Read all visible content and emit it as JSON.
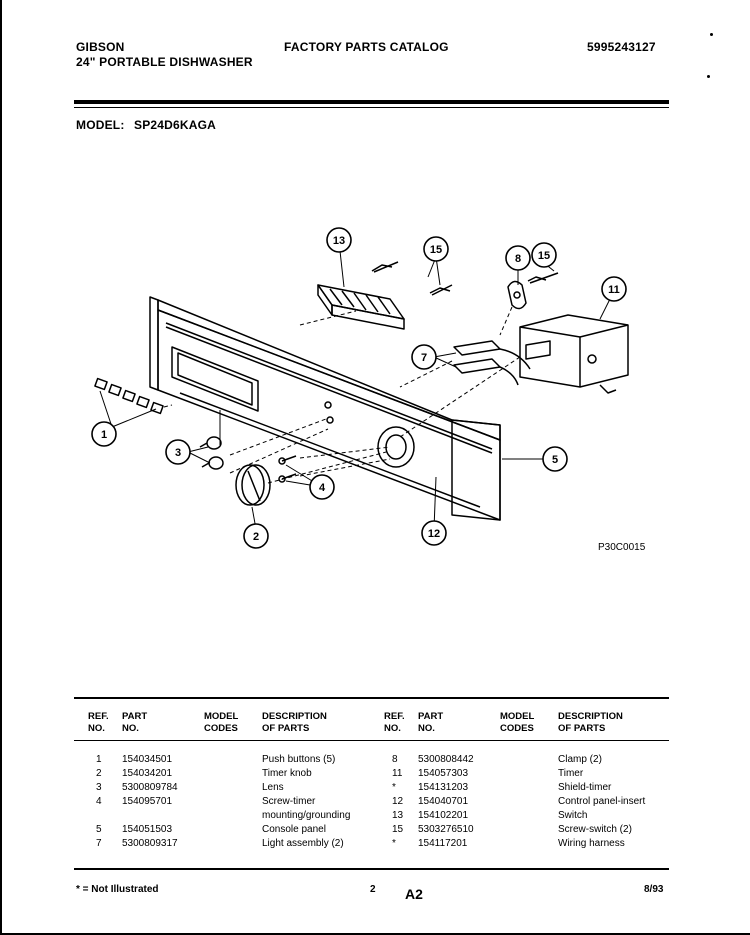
{
  "header": {
    "brand": "GIBSON",
    "product": "24\" PORTABLE DISHWASHER",
    "catalog": "FACTORY PARTS CATALOG",
    "catalog_number": "5995243127",
    "model_label": "MODEL:",
    "model": "SP24D6KAGA"
  },
  "diagram": {
    "callouts": [
      "13",
      "15",
      "8",
      "15",
      "11",
      "7",
      "1",
      "3",
      "4",
      "2",
      "5",
      "12"
    ],
    "figure_code": "P30C0015"
  },
  "table": {
    "headers": {
      "ref": "REF.\nNO.",
      "part": "PART\nNO.",
      "model_codes": "MODEL\nCODES",
      "description": "DESCRIPTION\nOF PARTS"
    },
    "left_rows": [
      {
        "ref": "1",
        "part": "154034501",
        "desc": "Push buttons (5)"
      },
      {
        "ref": "2",
        "part": "154034201",
        "desc": "Timer knob"
      },
      {
        "ref": "3",
        "part": "5300809784",
        "desc": "Lens"
      },
      {
        "ref": "4",
        "part": "154095701",
        "desc": "Screw-timer"
      },
      {
        "ref": "",
        "part": "",
        "desc": "mounting/grounding"
      },
      {
        "ref": "5",
        "part": "154051503",
        "desc": "Console panel"
      },
      {
        "ref": "7",
        "part": "5300809317",
        "desc": "Light assembly (2)"
      }
    ],
    "right_rows": [
      {
        "ref": "8",
        "part": "5300808442",
        "desc": "Clamp (2)"
      },
      {
        "ref": "11",
        "part": "154057303",
        "desc": "Timer"
      },
      {
        "ref": "*",
        "part": "154131203",
        "desc": "Shield-timer"
      },
      {
        "ref": "12",
        "part": "154040701",
        "desc": "Control panel-insert"
      },
      {
        "ref": "13",
        "part": "154102201",
        "desc": "Switch"
      },
      {
        "ref": "15",
        "part": "5303276510",
        "desc": "Screw-switch (2)"
      },
      {
        "ref": "*",
        "part": "154117201",
        "desc": "Wiring harness"
      }
    ]
  },
  "footer": {
    "note": "* = Not Illustrated",
    "page": "2",
    "section": "A2",
    "date": "8/93"
  }
}
